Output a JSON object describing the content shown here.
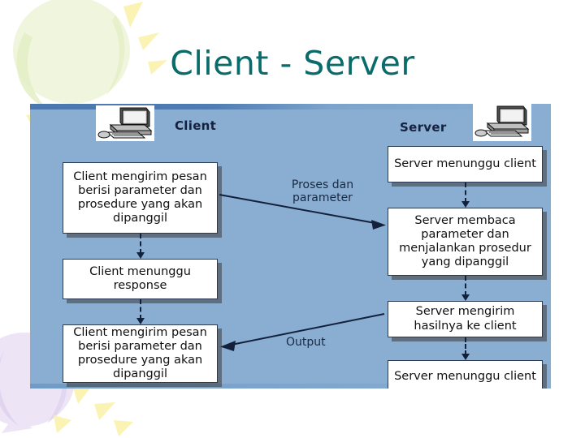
{
  "slide": {
    "title": "Client - Server",
    "title_color": "#0a6b6b",
    "panel_color": "#8aadd2"
  },
  "diagram": {
    "headers": {
      "client": "Client",
      "server": "Server"
    },
    "icons": {
      "client": "desktop-computer-icon",
      "server": "desktop-computer-icon"
    },
    "client_boxes": [
      {
        "id": "client-send-1",
        "text": "Client mengirim pesan berisi parameter dan prosedure yang akan dipanggil"
      },
      {
        "id": "client-wait",
        "text": "Client menunggu response"
      },
      {
        "id": "client-send-2",
        "text": "Client mengirim pesan berisi parameter dan prosedure yang akan dipanggil"
      }
    ],
    "server_boxes": [
      {
        "id": "server-wait-1",
        "text": "Server menunggu client"
      },
      {
        "id": "server-read",
        "text": "Server membaca parameter dan menjalankan prosedur yang dipanggil"
      },
      {
        "id": "server-send",
        "text": "Server mengirim hasilnya ke client"
      },
      {
        "id": "server-wait-2",
        "text": "Server menunggu client"
      }
    ],
    "cross_labels": {
      "request": "Proses dan parameter",
      "response": "Output"
    }
  }
}
